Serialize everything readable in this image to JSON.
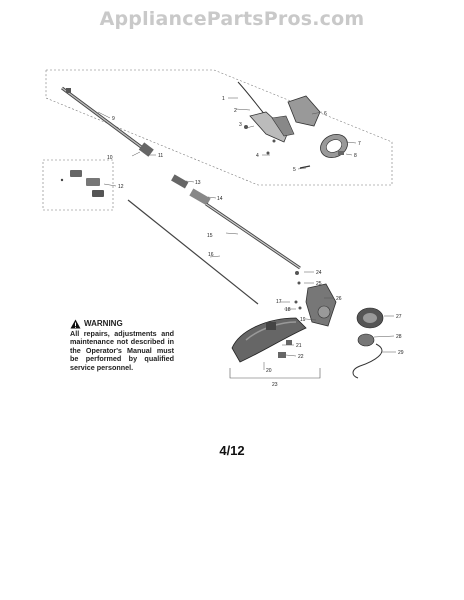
{
  "watermark": "AppliancePartsPros.com",
  "warning": {
    "title": "WARNING",
    "text": "All repairs, adjustments and maintenance not described in the Operator's Manual must be performed by qualified service personnel."
  },
  "page_number": "4/12",
  "part_labels": [
    "1",
    "2",
    "3",
    "4",
    "5",
    "6",
    "7",
    "8",
    "9",
    "10",
    "11",
    "12",
    "13",
    "14",
    "15",
    "16",
    "17",
    "18",
    "19",
    "20",
    "21",
    "22",
    "23",
    "24",
    "25",
    "26",
    "27",
    "28",
    "29"
  ]
}
